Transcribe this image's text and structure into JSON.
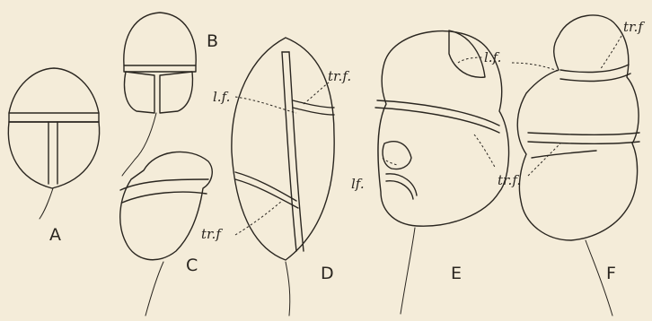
{
  "figure": {
    "panel_labels": {
      "a": "A",
      "b": "B",
      "c": "C",
      "d": "D",
      "e": "E",
      "f": "F"
    },
    "annotations": {
      "lf": "l.f.",
      "lf_short": "lf.",
      "trf": "tr.f.",
      "trf_short": "tr.f"
    }
  }
}
